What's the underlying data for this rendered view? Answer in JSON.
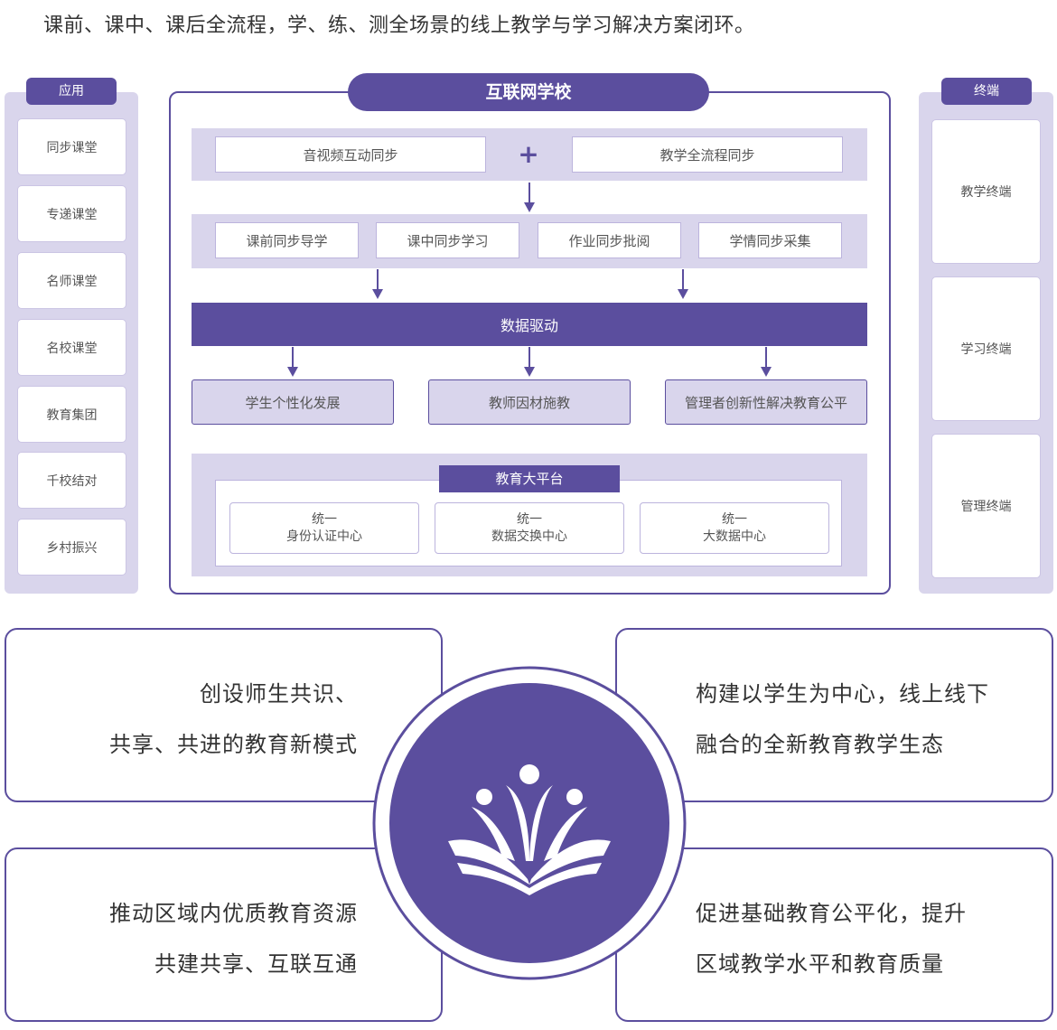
{
  "intro": "课前、课中、课后全流程，学、练、测全场景的线上教学与学习解决方案闭环。",
  "left_panel": {
    "tag": "应用",
    "items": [
      "同步课堂",
      "专递课堂",
      "名师课堂",
      "名校课堂",
      "教育集团",
      "千校结对",
      "乡村振兴"
    ]
  },
  "right_panel": {
    "tag": "终端",
    "items": [
      "教学终端",
      "学习终端",
      "管理终端"
    ]
  },
  "center": {
    "title": "互联网学校",
    "sync_row": {
      "left": "音视频互动同步",
      "plus": "+",
      "right": "教学全流程同步"
    },
    "process": [
      "课前同步导学",
      "课中同步学习",
      "作业同步批阅",
      "学情同步采集"
    ],
    "data_driven": "数据驱动",
    "outcomes": [
      "学生个性化发展",
      "教师因材施教",
      "管理者创新性解决教育公平"
    ],
    "platform": {
      "title": "教育大平台",
      "units": [
        {
          "line1": "统一",
          "line2": "身份认证中心"
        },
        {
          "line1": "统一",
          "line2": "数据交换中心"
        },
        {
          "line1": "统一",
          "line2": "大数据中心"
        }
      ]
    }
  },
  "cards": {
    "top_left": [
      "创设师生共识、",
      "共享、共进的教育新模式"
    ],
    "top_right": [
      "构建以学生为中心，线上线下",
      "融合的全新教育教学生态"
    ],
    "bottom_left": [
      "推动区域内优质教育资源",
      "共建共享、互联互通"
    ],
    "bottom_right": [
      "促进基础教育公平化，提升",
      "区域教学水平和教育质量"
    ]
  },
  "colors": {
    "accent": "#5b4e9e",
    "light": "#d9d5ec"
  },
  "icons": {
    "center_logo": "open-book-people-icon",
    "arrow": "arrow-down-icon"
  }
}
